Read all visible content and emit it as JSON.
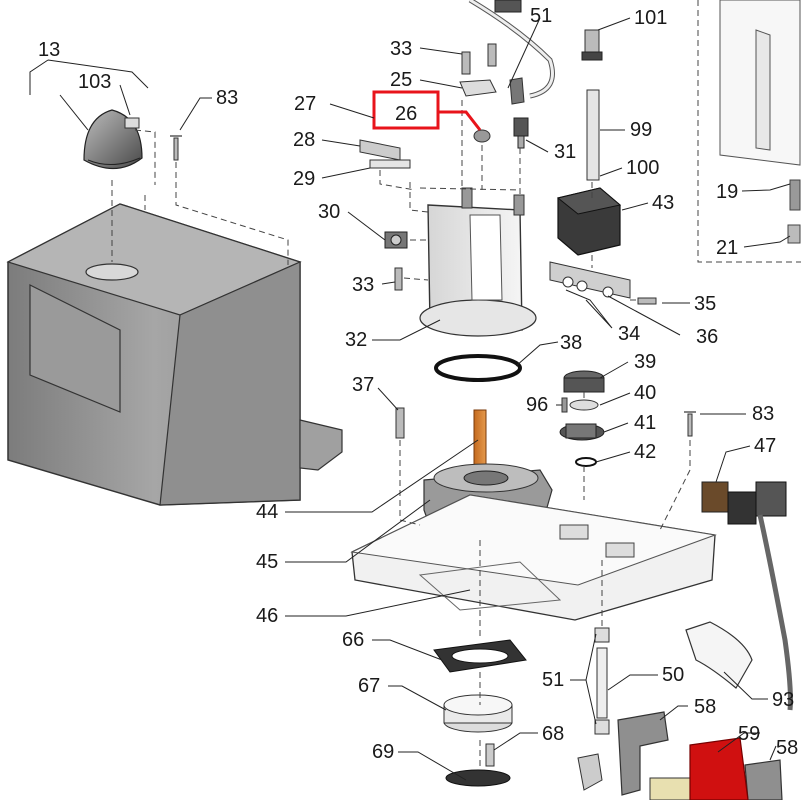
{
  "diagram": {
    "highlight_color": "#e8141b",
    "callouts": {
      "c13": "13",
      "c103": "103",
      "c83a": "83",
      "c27": "27",
      "c28": "28",
      "c29": "29",
      "c33a": "33",
      "c25": "25",
      "c26": "26",
      "c51a": "51",
      "c101": "101",
      "c31": "31",
      "c99": "99",
      "c100": "100",
      "c43": "43",
      "c19": "19",
      "c21": "21",
      "c30": "30",
      "c33b": "33",
      "c32": "32",
      "c35": "35",
      "c34": "34",
      "c36": "36",
      "c38": "38",
      "c39": "39",
      "c37": "37",
      "c96": "96",
      "c40": "40",
      "c83b": "83",
      "c41": "41",
      "c42": "42",
      "c47": "47",
      "c44": "44",
      "c45": "45",
      "c46": "46",
      "c66": "66",
      "c67": "67",
      "c51b": "51",
      "c50": "50",
      "c93": "93",
      "c58a": "58",
      "c68": "68",
      "c59": "59",
      "c58b": "58",
      "c69": "69"
    }
  }
}
